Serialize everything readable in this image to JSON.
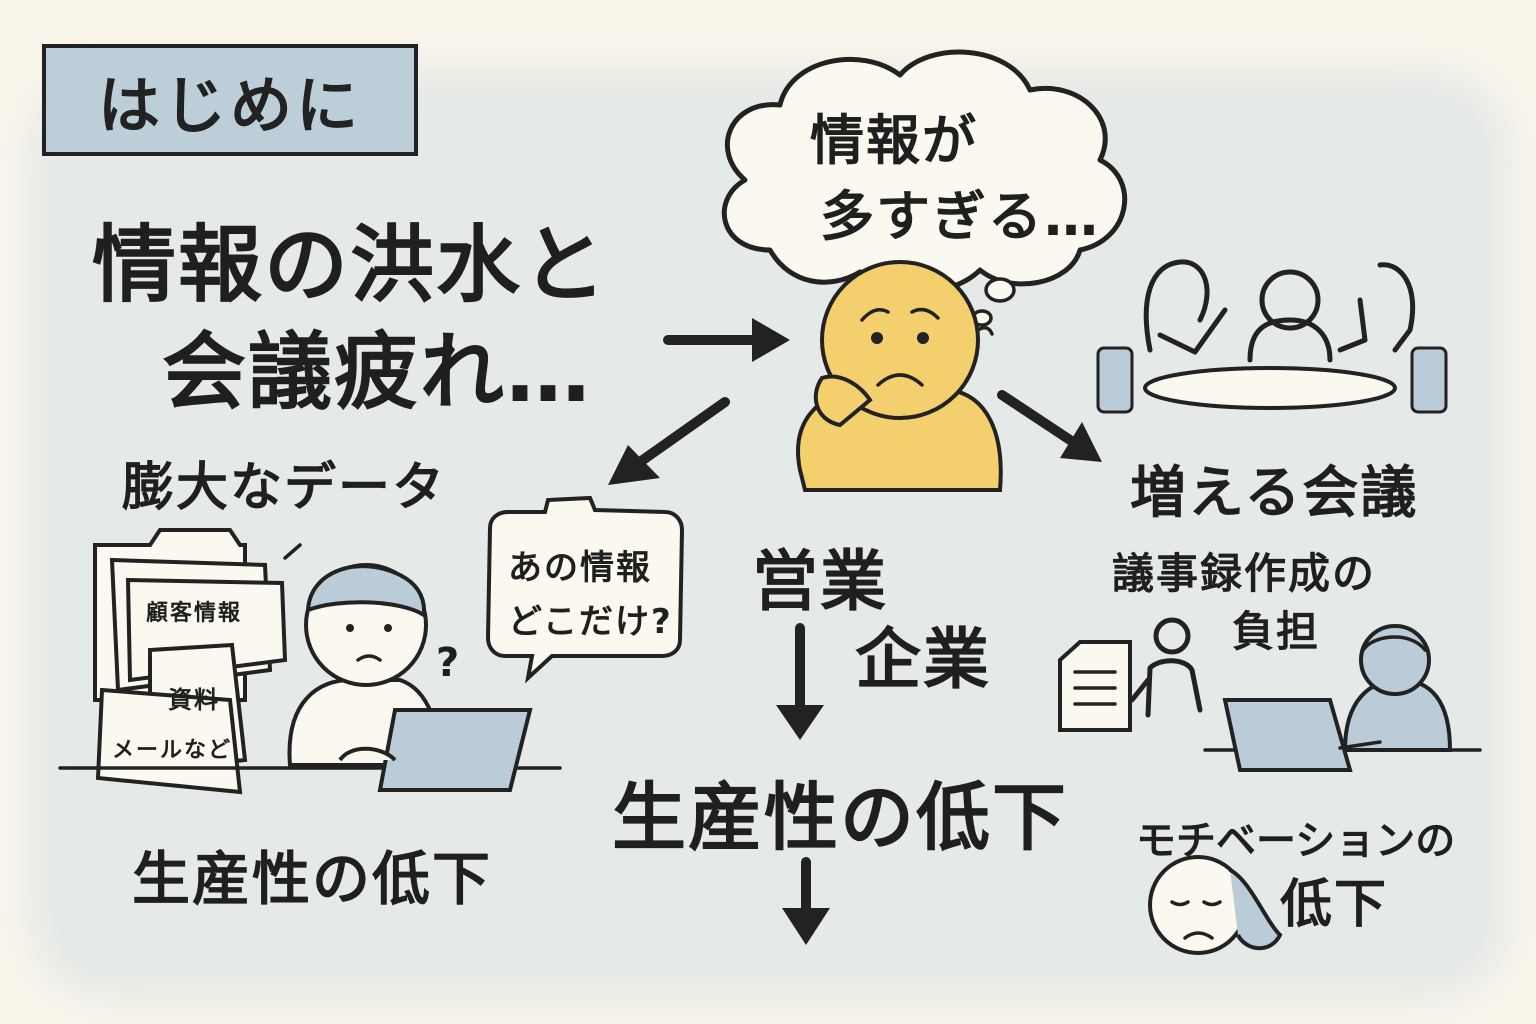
{
  "section_label": "はじめに",
  "headline_line1": "情報の洪水と",
  "headline_line2": "会議疲れ…",
  "thought_line1": "情報が",
  "thought_line2": "多すぎる…",
  "left": {
    "heading": "膨大なデータ",
    "file_label_1": "顧客情報",
    "file_label_2": "資料",
    "file_label_3": "メールなど",
    "bubble_line1": "あの情報",
    "bubble_line2": "どこだけ?",
    "question_mark": "?",
    "result": "生産性の低下"
  },
  "center": {
    "line1": "営業",
    "line2": "企業",
    "result": "生産性の低下"
  },
  "right": {
    "heading": "増える会議",
    "sub_line1": "議事録作成の",
    "sub_line2": "負担",
    "motivation_line1": "モチベーションの",
    "motivation_line2": "低下"
  },
  "colors": {
    "background": "#f8f4ea",
    "label_box": "#bccfd9",
    "person_yellow": "#f4cf6e",
    "laptop_blue": "#b9ccd8",
    "ink": "#222222"
  }
}
